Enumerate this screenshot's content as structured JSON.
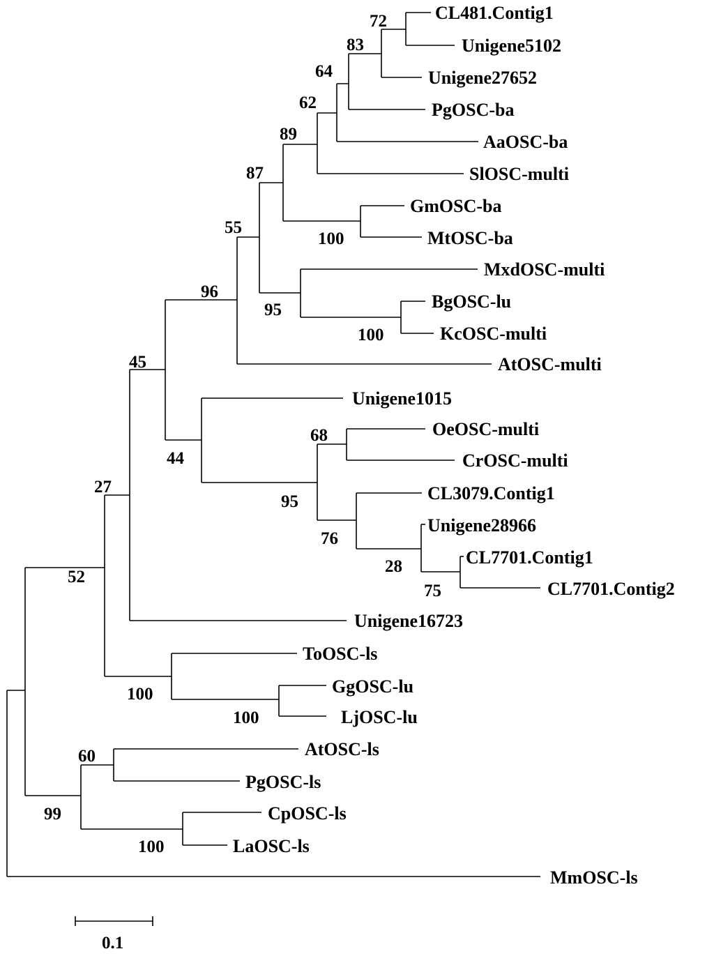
{
  "leaves": [
    {
      "id": "cl481",
      "label": "CL481.Contig1"
    },
    {
      "id": "u5102",
      "label": "Unigene5102"
    },
    {
      "id": "u27652",
      "label": "Unigene27652"
    },
    {
      "id": "pgba",
      "label": "PgOSC-ba"
    },
    {
      "id": "aaba",
      "label": "AaOSC-ba"
    },
    {
      "id": "slmulti",
      "label": "SlOSC-multi"
    },
    {
      "id": "gmba",
      "label": "GmOSC-ba"
    },
    {
      "id": "mtba",
      "label": "MtOSC-ba"
    },
    {
      "id": "mxd",
      "label": "MxdOSC-multi"
    },
    {
      "id": "bglu",
      "label": "BgOSC-lu"
    },
    {
      "id": "kc",
      "label": "KcOSC-multi"
    },
    {
      "id": "atmulti",
      "label": "AtOSC-multi"
    },
    {
      "id": "u1015",
      "label": "Unigene1015"
    },
    {
      "id": "oe",
      "label": "OeOSC-multi"
    },
    {
      "id": "cr",
      "label": "CrOSC-multi"
    },
    {
      "id": "cl3079",
      "label": "CL3079.Contig1"
    },
    {
      "id": "u28966",
      "label": "Unigene28966"
    },
    {
      "id": "cl7701a",
      "label": "CL7701.Contig1"
    },
    {
      "id": "cl7701b",
      "label": "CL7701.Contig2"
    },
    {
      "id": "u16723",
      "label": "Unigene16723"
    },
    {
      "id": "tols",
      "label": "ToOSC-ls"
    },
    {
      "id": "gglu",
      "label": "GgOSC-lu"
    },
    {
      "id": "ljlu",
      "label": "LjOSC-lu"
    },
    {
      "id": "atls",
      "label": "AtOSC-ls"
    },
    {
      "id": "pgls",
      "label": "PgOSC-ls"
    },
    {
      "id": "cpls",
      "label": "CpOSC-ls"
    },
    {
      "id": "lals",
      "label": "LaOSC-ls"
    },
    {
      "id": "mmls",
      "label": "MmOSC-ls"
    }
  ],
  "bootstrap": {
    "n72": "72",
    "n83": "83",
    "n64": "64",
    "n62": "62",
    "n89": "89",
    "n87": "87",
    "n100a": "100",
    "n55": "55",
    "n95a": "95",
    "n100b": "100",
    "n96": "96",
    "n45": "45",
    "n68": "68",
    "n95b": "95",
    "n76": "76",
    "n28": "28",
    "n75": "75",
    "n44": "44",
    "n27": "27",
    "n52": "52",
    "n100c": "100",
    "n100d": "100",
    "n60": "60",
    "n99": "99",
    "n100e": "100"
  },
  "scale_bar": {
    "label": "0.1"
  }
}
